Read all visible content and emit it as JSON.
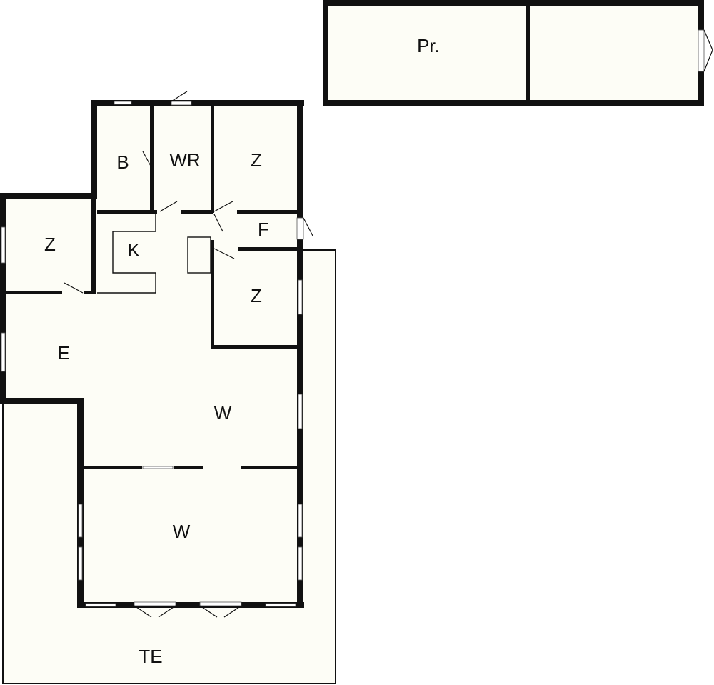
{
  "floorplan": {
    "rooms": [
      {
        "id": "storage",
        "label": "Pr."
      },
      {
        "id": "bedroom-1",
        "label": "Z"
      },
      {
        "id": "bedroom-2",
        "label": "Z"
      },
      {
        "id": "bedroom-3",
        "label": "Z"
      },
      {
        "id": "bathroom",
        "label": "B"
      },
      {
        "id": "wc",
        "label": "WR"
      },
      {
        "id": "foyer",
        "label": "F"
      },
      {
        "id": "kitchen",
        "label": "K"
      },
      {
        "id": "dining",
        "label": "E"
      },
      {
        "id": "living-1",
        "label": "W"
      },
      {
        "id": "living-2",
        "label": "W"
      },
      {
        "id": "terrace",
        "label": "TE"
      }
    ],
    "colors": {
      "wall": "#111111",
      "floor": "#fdfdf6",
      "background": "#ffffff"
    }
  }
}
